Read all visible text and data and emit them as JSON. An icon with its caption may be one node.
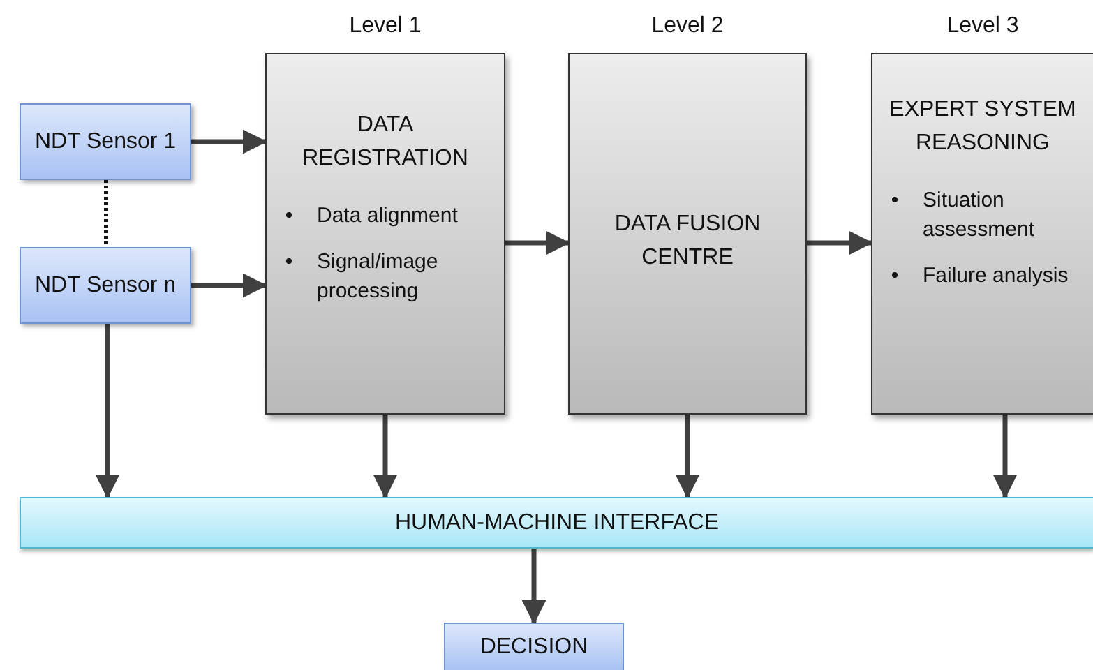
{
  "diagram": {
    "nodes": [
      {
        "text": [
          "NDT Sensor 1"
        ]
      },
      {
        "text": [
          "NDT Sensor n"
        ]
      },
      {
        "text": [
          "Level 1",
          "DATA REGISTRATION",
          "Data alignment",
          "Signal/image processing"
        ]
      },
      {
        "text": [
          "Level 2",
          "DATA FUSION CENTRE"
        ]
      },
      {
        "text": [
          "Level 3",
          "EXPERT SYSTEM REASONING",
          "Situation assessment",
          "Failure analysis"
        ]
      },
      {
        "text": [
          "HUMAN-MACHINE INTERFACE"
        ]
      },
      {
        "text": [
          "DECISION"
        ]
      }
    ],
    "edges": [
      {
        "from": 0,
        "to": 1,
        "arrow": "none",
        "style": "dashed"
      },
      {
        "from": 0,
        "to": 2,
        "arrow": "to"
      },
      {
        "from": 1,
        "to": 2,
        "arrow": "to"
      },
      {
        "from": 2,
        "to": 3,
        "arrow": "to"
      },
      {
        "from": 3,
        "to": 4,
        "arrow": "to"
      },
      {
        "from": 1,
        "to": 5,
        "arrow": "to"
      },
      {
        "from": 2,
        "to": 5,
        "arrow": "to"
      },
      {
        "from": 3,
        "to": 5,
        "arrow": "to"
      },
      {
        "from": 4,
        "to": 5,
        "arrow": "to"
      },
      {
        "from": 5,
        "to": 6,
        "arrow": "to"
      }
    ]
  }
}
